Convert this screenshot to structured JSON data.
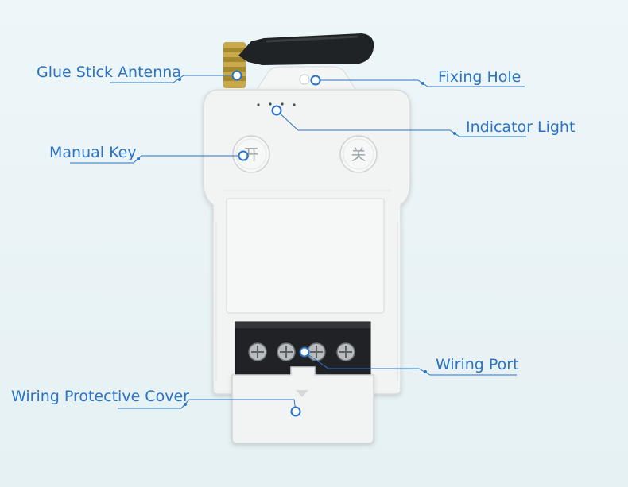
{
  "callouts": {
    "glue_stick_antenna": "Glue Stick Antenna",
    "fixing_hole": "Fixing Hole",
    "indicator_light": "Indicator Light",
    "manual_key": "Manual Key",
    "wiring_port": "Wiring Port",
    "wiring_protective_cover": "Wiring Protective Cover"
  },
  "device": {
    "key_on_glyph": "开",
    "key_off_glyph": "关"
  },
  "colors": {
    "accent": "#2a73c7",
    "background": "#e9f3f6",
    "device_body": "#f2f3f3"
  }
}
